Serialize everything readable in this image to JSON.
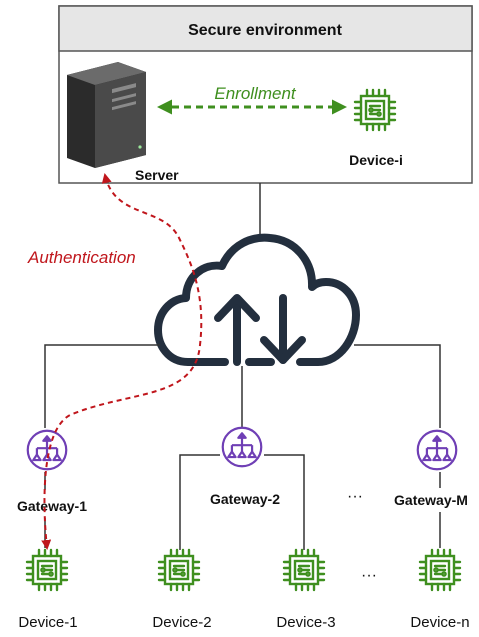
{
  "secure_env": {
    "title": "Secure environment"
  },
  "server": {
    "label": "Server"
  },
  "enrollment": {
    "label": "Enrollment"
  },
  "device_i": {
    "label": "Device-i"
  },
  "authentication": {
    "label": "Authentication"
  },
  "gateways": [
    {
      "label": "Gateway-1"
    },
    {
      "label": "Gateway-2"
    },
    {
      "label": "Gateway-M"
    }
  ],
  "gateway_ellipsis": "···",
  "devices": [
    {
      "label": "Device-1"
    },
    {
      "label": "Device-2"
    },
    {
      "label": "Device-3"
    },
    {
      "label": "Device-n"
    }
  ],
  "device_ellipsis": "···",
  "colors": {
    "enrollment": "#3f8f1f",
    "authentication": "#c0161c",
    "device_icon": "#3f8f1f",
    "gateway_icon": "#6f3fb5",
    "cloud": "#232f3e",
    "header_bg": "#e6e6e6"
  },
  "icons": {
    "server": "server-tower-icon",
    "cloud": "cloud-upload-download-icon",
    "gateway": "gateway-hub-icon",
    "device": "chip-device-icon"
  }
}
